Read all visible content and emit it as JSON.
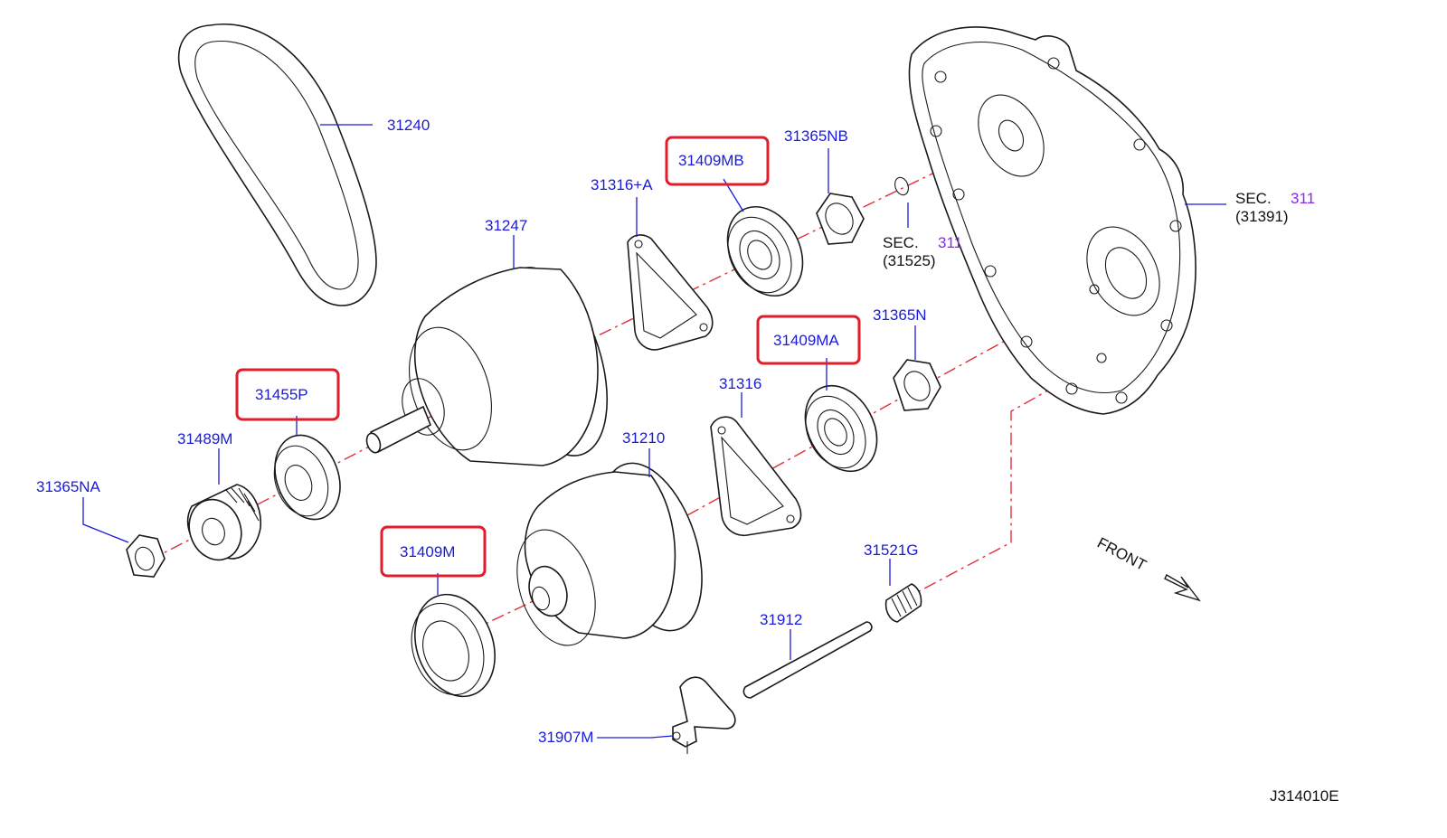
{
  "colors": {
    "label": "#1a1adc",
    "highlight": "#e11d2a",
    "axis": "#e0303a",
    "sec_number": "#8a2be2",
    "line": "#1a1a1a"
  },
  "labels": {
    "belt": "31240",
    "primary_pulley": "31247",
    "retainer_a": "31316+A",
    "bearing_mb": "31409MB",
    "nut_nb": "31365NB",
    "sec_oring_prefix": "SEC.",
    "sec_oring_num": "311",
    "sec_oring_ref": "(31525)",
    "sec_case_prefix": "SEC.",
    "sec_case_num": "311",
    "sec_case_ref": "(31391)",
    "bearing_ma": "31409MA",
    "nut_n": "31365N",
    "retainer": "31316",
    "secondary_pulley": "31210",
    "bearing_p": "31455P",
    "gear": "31489M",
    "nut_na": "31365NA",
    "bearing_m": "31409M",
    "filter": "31521G",
    "rod": "31912",
    "lever": "31907M",
    "front": "FRONT",
    "diagram_code": "J314010E"
  },
  "highlighted_parts": [
    "31409MB",
    "31409MA",
    "31455P",
    "31409M"
  ]
}
